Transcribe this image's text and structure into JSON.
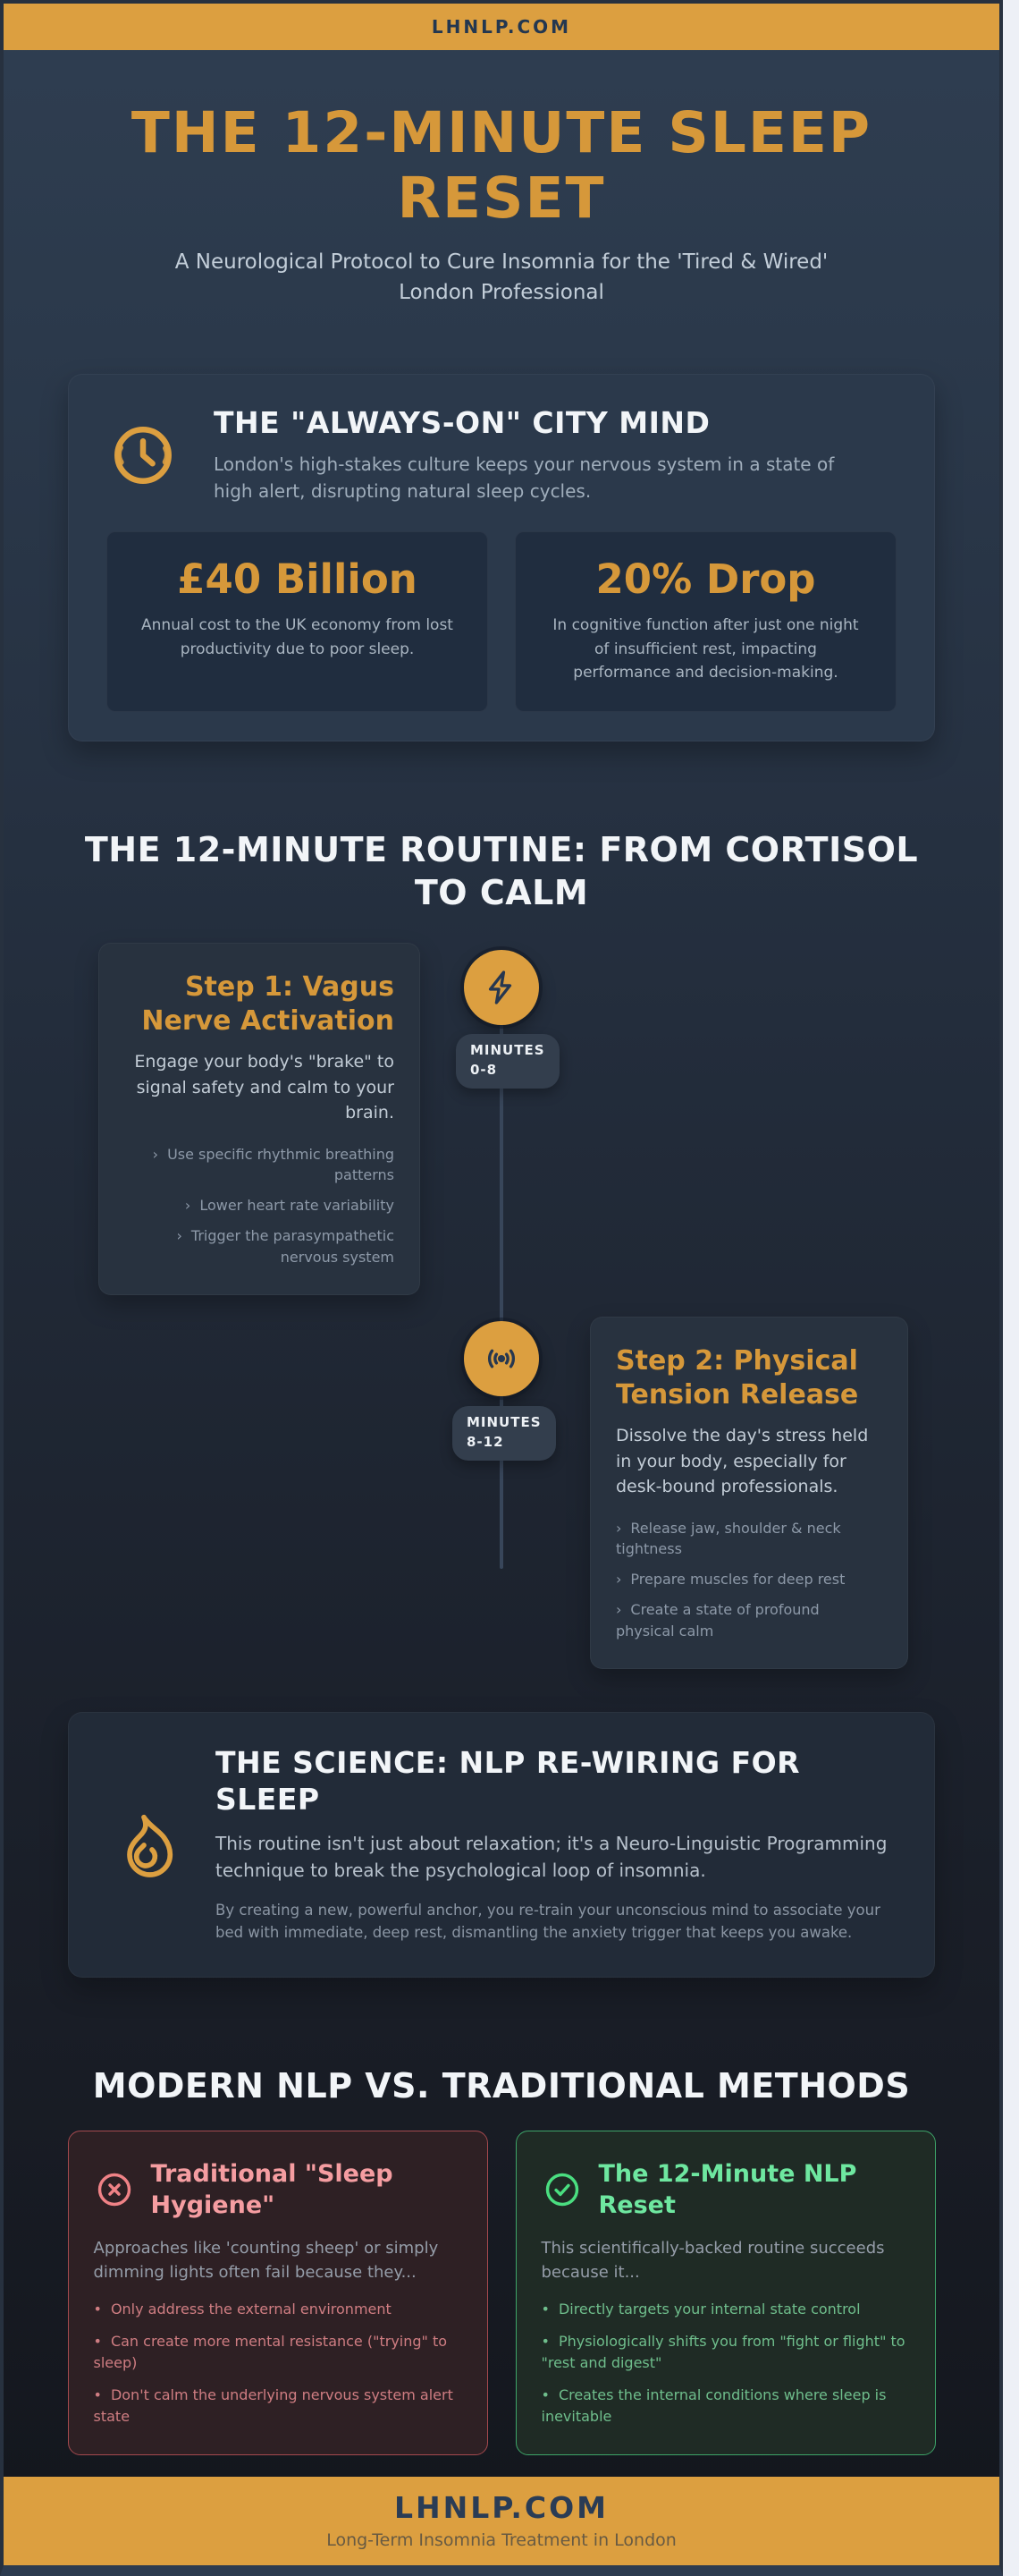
{
  "banner": {
    "text": "LHNLP.COM"
  },
  "hero": {
    "title": "THE 12-MINUTE SLEEP RESET",
    "subtitle": "A Neurological Protocol to Cure Insomnia for the 'Tired & Wired' London Professional"
  },
  "problem": {
    "title": "THE \"ALWAYS-ON\" CITY MIND",
    "description": "London's high-stakes culture keeps your nervous system in a state of high alert, disrupting natural sleep cycles.",
    "icon": "clock-icon",
    "stats": [
      {
        "value": "£40 Billion",
        "caption": "Annual cost to the UK economy from lost productivity due to poor sleep."
      },
      {
        "value": "20% Drop",
        "caption": "In cognitive function after just one night of insufficient rest, impacting performance and decision-making."
      }
    ]
  },
  "routine": {
    "heading": "THE 12-MINUTE ROUTINE: FROM CORTISOL TO CALM",
    "bullet_marker": "›",
    "steps": [
      {
        "title": "Step 1: Vagus Nerve Activation",
        "description": "Engage your body's \"brake\" to signal safety and calm to your brain.",
        "bullets": [
          "Use specific rhythmic breathing patterns",
          "Lower heart rate variability",
          "Trigger the parasympathetic nervous system"
        ],
        "minutes_label": "MINUTES",
        "minutes_range": "0-8",
        "icon": "lightning-bolt-icon"
      },
      {
        "title": "Step 2: Physical Tension Release",
        "description": "Dissolve the day's stress held in your body, especially for desk-bound professionals.",
        "bullets": [
          "Release jaw, shoulder & neck tightness",
          "Prepare muscles for deep rest",
          "Create a state of profound physical calm"
        ],
        "minutes_label": "MINUTES",
        "minutes_range": "8-12",
        "icon": "radio-waves-icon"
      }
    ]
  },
  "science": {
    "title": "THE SCIENCE: NLP RE-WIRING FOR SLEEP",
    "lead": "This routine isn't just about relaxation; it's a Neuro-Linguistic Programming technique to break the psychological loop of insomnia.",
    "detail": "By creating a new, powerful anchor, you re-train your unconscious mind to associate your bed with immediate, deep rest, dismantling the anxiety trigger that keeps you awake.",
    "icon": "flame-icon"
  },
  "comparison": {
    "heading": "MODERN NLP VS. TRADITIONAL METHODS",
    "bullet_marker": "•",
    "negative": {
      "icon": "x-circle-icon",
      "title": "Traditional \"Sleep Hygiene\"",
      "intro": "Approaches like 'counting sheep' or simply dimming lights often fail because they...",
      "bullets": [
        "Only address the external environment",
        "Can create more mental resistance (\"trying\" to sleep)",
        "Don't calm the underlying nervous system alert state"
      ]
    },
    "positive": {
      "icon": "check-circle-icon",
      "title": "The 12-Minute NLP Reset",
      "intro": "This scientifically-backed routine succeeds because it...",
      "bullets": [
        "Directly targets your internal state control",
        "Physiologically shifts you from \"fight or flight\" to \"rest and digest\"",
        "Creates the internal conditions where sleep is inevitable"
      ]
    }
  },
  "footer": {
    "brand": "LHNLP.COM",
    "tagline": "Long-Term Insomnia Treatment in London"
  },
  "colors": {
    "accent_orange": "#dc9f40",
    "heading_orange": "#d6983a",
    "negative_red": "#ef8c8c",
    "positive_green": "#4ade80",
    "background_top": "#2f3e51",
    "background_bottom": "#14171e"
  }
}
